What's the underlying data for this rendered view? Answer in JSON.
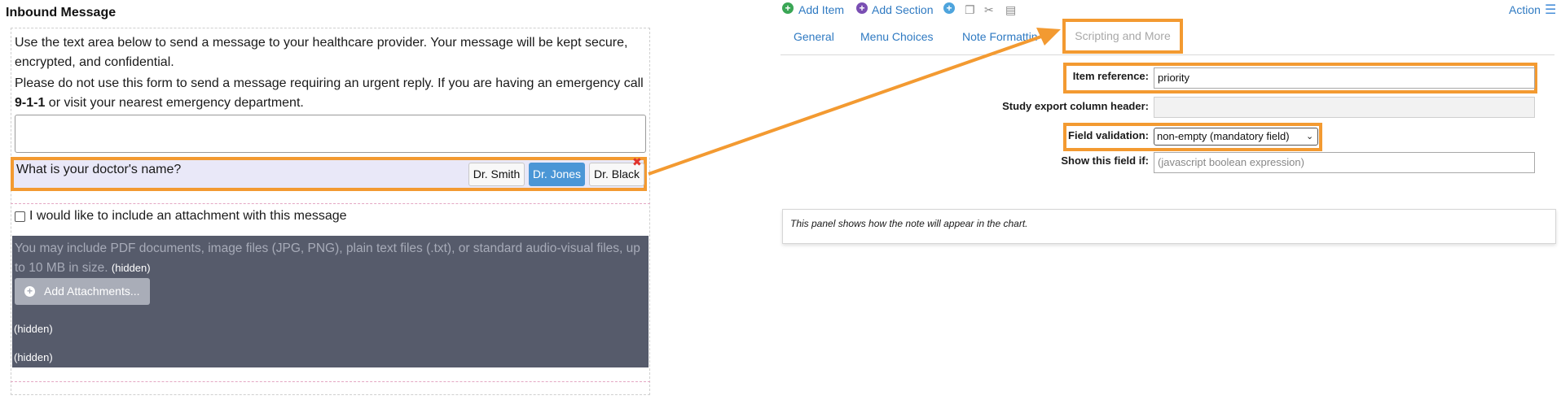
{
  "form": {
    "title": "Inbound Message",
    "intro_paragraph_1": "Use the text area below to send a message to your healthcare provider. Your message will be kept secure, encrypted, and confidential.",
    "intro_paragraph_2_prefix": "Please do not use this form to send a message requiring an urgent reply. If you are having an emergency call ",
    "intro_paragraph_2_emphasis": "9-1-1",
    "intro_paragraph_2_suffix": " or visit your nearest emergency department.",
    "message_value": "",
    "doctor_question": "What is your doctor's name?",
    "doctor_choices": [
      {
        "label": "Dr. Smith",
        "selected": false
      },
      {
        "label": "Dr. Jones",
        "selected": true
      },
      {
        "label": "Dr. Black",
        "selected": false
      }
    ],
    "remove_symbol": "✖",
    "attachment_checkbox_label": "I would like to include an attachment with this message",
    "attachment_checked": false,
    "attachment_description": "You may include PDF documents, image files (JPG, PNG), plain text files (.txt), or standard audio-visual files, up to 10 MB in size.",
    "hidden_tag": "(hidden)",
    "add_attachments_label": "Add Attachments..."
  },
  "toolbar": {
    "add_item": "Add Item",
    "add_section": "Add Section",
    "action": "Action",
    "icons": [
      "add-item-icon",
      "add-section-icon",
      "add-icon",
      "copy-icon",
      "cut-icon",
      "paste-icon",
      "menu-icon"
    ]
  },
  "tabs": [
    {
      "label": "General",
      "active": false
    },
    {
      "label": "Menu Choices",
      "active": false
    },
    {
      "label": "Note Formattin",
      "active": false
    },
    {
      "label": "Scripting and More",
      "active": true
    }
  ],
  "fields": {
    "item_reference_label": "Item reference:",
    "item_reference_value": "priority",
    "export_header_label": "Study export column header:",
    "export_header_value": "",
    "field_validation_label": "Field validation:",
    "field_validation_value": "non-empty (mandatory field)",
    "show_if_label": "Show this field if:",
    "show_if_placeholder": "(javascript boolean expression)"
  },
  "preview": {
    "text": "This panel shows how the note will appear in the chart."
  },
  "colors": {
    "highlight": "#f39a31",
    "link": "#2f7ac2",
    "selected_choice": "#4a96d6",
    "hidden_panel": "#565b6b",
    "question_row": "#e9e8f8"
  }
}
